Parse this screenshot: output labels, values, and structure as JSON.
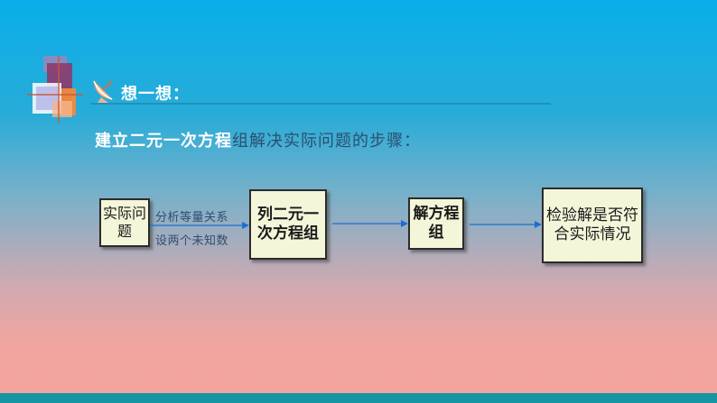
{
  "heading": {
    "icon": "satellite-dish-icon",
    "text": "想一想："
  },
  "subtitle": {
    "part1": "建立二元一次方程",
    "part2": "组解决实际问题的步骤："
  },
  "flow": {
    "steps": [
      {
        "label": "实际问题"
      },
      {
        "label": "列二元一次方程组"
      },
      {
        "label": "解方程组"
      },
      {
        "label": "检验解是否符合实际情况"
      }
    ],
    "edge_label_top": "分析等量关系",
    "edge_label_bottom": "设两个未知数"
  },
  "colors": {
    "box_fill": "#f4f6d9",
    "arrow": "#1a6fd0",
    "bottom_bar": "#1596a2"
  }
}
